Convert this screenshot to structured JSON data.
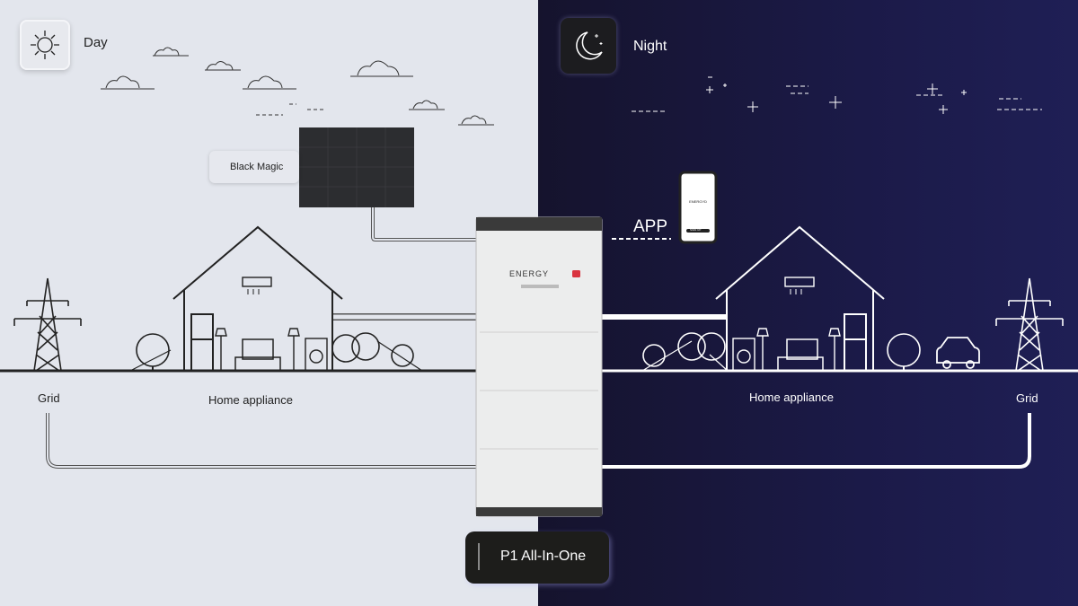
{
  "modes": {
    "day": {
      "label": "Day",
      "icon": "sun-icon"
    },
    "night": {
      "label": "Night",
      "icon": "moon-icon"
    }
  },
  "solar_panel": {
    "label": "Black Magic"
  },
  "battery": {
    "brand": "ENERGY",
    "product_label": "P1 All-In-One"
  },
  "app": {
    "label": "APP",
    "phone_button": "SIGN UP"
  },
  "left": {
    "grid_label": "Grid",
    "home_label": "Home appliance"
  },
  "right": {
    "grid_label": "Grid",
    "home_label": "Home appliance"
  },
  "colors": {
    "day_bg": "#e3e6ed",
    "night_bg": "#1b1a48",
    "accent": "#d9333f"
  }
}
